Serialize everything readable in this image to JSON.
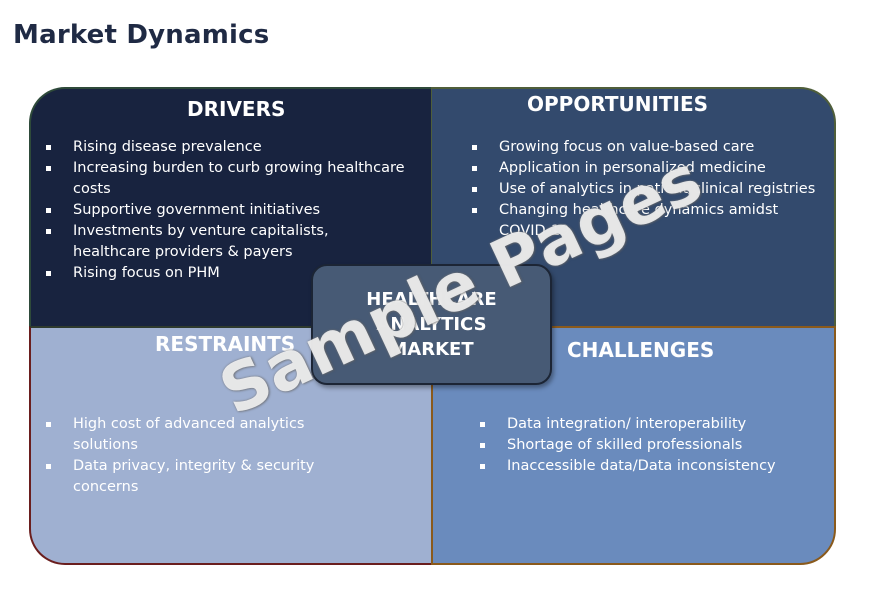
{
  "title": "Market Dynamics",
  "center": {
    "label": "HEALTHCARE ANALYTICS MARKET"
  },
  "drivers": {
    "heading": "DRIVERS",
    "items": [
      "Rising disease prevalence",
      "Increasing burden to curb growing healthcare costs",
      "Supportive government initiatives",
      "Investments by venture capitalists, healthcare providers & payers",
      "Rising focus on PHM"
    ]
  },
  "opportunities": {
    "heading": "OPPORTUNITIES",
    "items": [
      "Growing focus on value-based care",
      "Application in personalized medicine",
      "Use of analytics in patient/clinical registries",
      "Changing healthcare dynamics amidst COVID-19"
    ]
  },
  "restraints": {
    "heading": "RESTRAINTS",
    "items": [
      "High cost of advanced analytics solutions",
      "Data privacy, integrity & security concerns"
    ]
  },
  "challenges": {
    "heading": "CHALLENGES",
    "items": [
      "Data integration/ interoperability",
      "Shortage of skilled professionals",
      "Inaccessible data/Data inconsistency"
    ]
  },
  "watermark": "Sample Pages",
  "colors": {
    "drivers_bg": "#18233f",
    "opportunities_bg": "#334a6d",
    "restraints_bg": "#9fb0d1",
    "challenges_bg": "#6a8bbd",
    "center_bg": "#475a75",
    "title_color": "#1f2a44"
  }
}
